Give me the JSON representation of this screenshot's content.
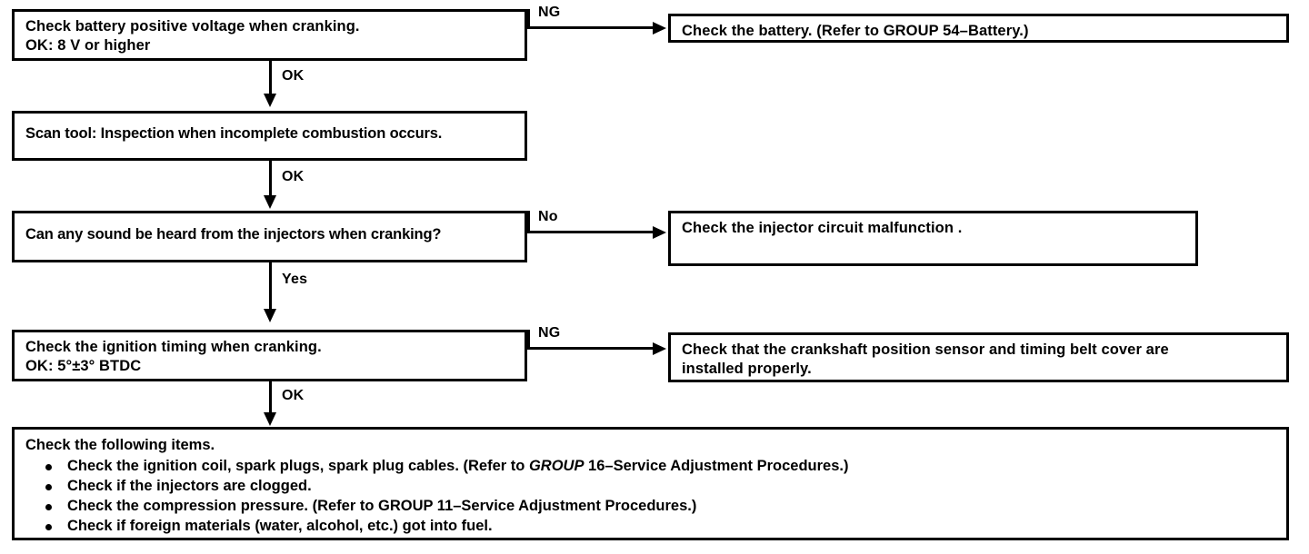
{
  "diagram": {
    "title": "Engine cranking diagnostic flowchart",
    "line_color": "#000000",
    "background_color": "#ffffff"
  },
  "nodes": {
    "battery_check": {
      "line1": "Check battery positive voltage when cranking.",
      "line2": "OK: 8 V or higher"
    },
    "battery_action": {
      "line1": "Check the battery. (Refer to GROUP 54–Battery.)"
    },
    "scan_tool": {
      "line1": "Scan tool: Inspection when incomplete combustion occurs."
    },
    "injector_sound": {
      "line1": "Can any sound be heard from the injectors when cranking?"
    },
    "injector_action": {
      "line1": "Check the injector circuit malfunction ."
    },
    "ignition_timing": {
      "line1": "Check the ignition timing when cranking.",
      "line2": "OK: 5°±3° BTDC"
    },
    "crankshaft_action": {
      "line1": "Check that the crankshaft position sensor and timing belt cover are",
      "line2": "installed properly."
    },
    "final_checks": {
      "heading": "Check the following items.",
      "items": [
        {
          "pre": "Check the ignition coil, spark plugs, spark plug cables. (Refer to ",
          "group": "GROUP",
          "post": " 16–Service Adjustment Procedures.)"
        },
        {
          "pre": "Check if the injectors are clogged.",
          "group": "",
          "post": ""
        },
        {
          "pre": "Check the compression pressure. (Refer to GROUP 11–Service Adjustment Procedures.)",
          "group": "",
          "post": ""
        },
        {
          "pre": "Check if foreign materials (water, alcohol, etc.) got into fuel.",
          "group": "",
          "post": ""
        }
      ]
    }
  },
  "flow_labels": {
    "ng_battery": "NG",
    "ok_battery": "OK",
    "ok_scan": "OK",
    "no_injector": "No",
    "yes_injector": "Yes",
    "ng_timing": "NG",
    "ok_timing": "OK"
  }
}
